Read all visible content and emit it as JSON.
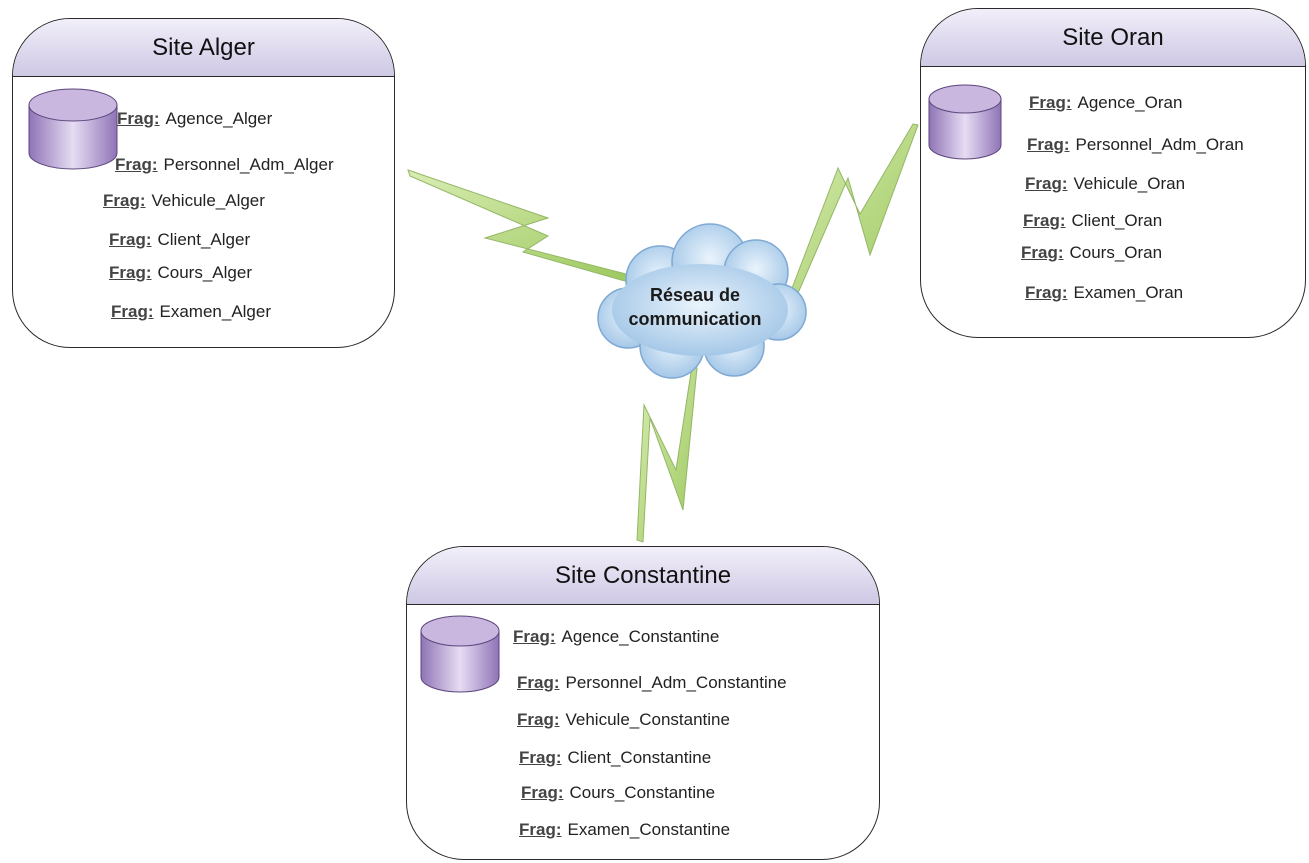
{
  "network": {
    "line1": "Réseau de",
    "line2": "communication"
  },
  "frag_keyword": "Frag:",
  "sites": {
    "alger": {
      "title": "Site Alger",
      "fragments": [
        "Agence_Alger",
        "Personnel_Adm_Alger",
        "Vehicule_Alger",
        "Client_Alger",
        "Cours_Alger",
        "Examen_Alger"
      ]
    },
    "oran": {
      "title": "Site Oran",
      "fragments": [
        "Agence_Oran",
        "Personnel_Adm_Oran",
        "Vehicule_Oran",
        "Client_Oran",
        "Cours_Oran",
        "Examen_Oran"
      ]
    },
    "constantine": {
      "title": "Site Constantine",
      "fragments": [
        "Agence_Constantine",
        "Personnel_Adm_Constantine",
        "Vehicule_Constantine",
        "Client_Constantine",
        "Cours_Constantine",
        "Examen_Constantine"
      ]
    }
  },
  "colors": {
    "header_fill": "#cec8e4",
    "database_fill": "#b59ed0",
    "link_fill": "#b3d57a",
    "cloud_fill": "#bcd8f0"
  }
}
